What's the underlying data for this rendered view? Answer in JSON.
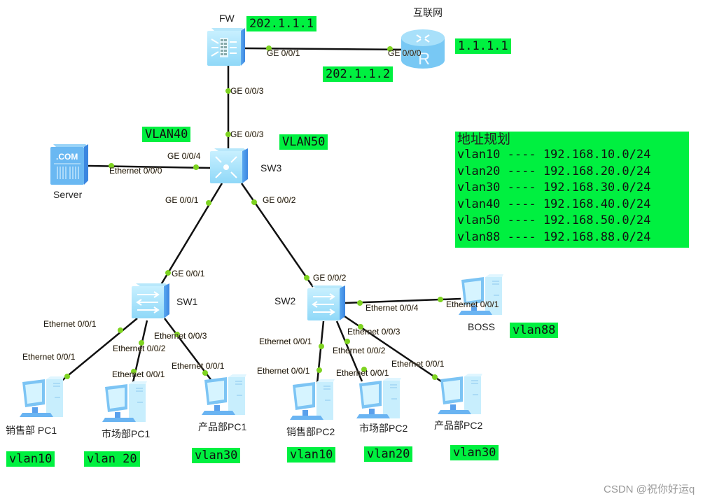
{
  "devices": {
    "fw": {
      "name": "FW",
      "icon": "firewall-icon"
    },
    "internet": {
      "name": "互联网",
      "icon": "router-icon"
    },
    "sw3": {
      "name": "SW3",
      "icon": "core-switch-icon"
    },
    "server": {
      "name": "Server",
      "icon": "server-icon"
    },
    "sw1": {
      "name": "SW1",
      "icon": "switch-icon"
    },
    "sw2": {
      "name": "SW2",
      "icon": "switch-icon"
    },
    "boss": {
      "name": "BOSS",
      "icon": "pc-icon"
    },
    "sales_pc1": {
      "name": "销售部 PC1",
      "icon": "pc-icon"
    },
    "market_pc1": {
      "name": "市场部PC1",
      "icon": "pc-icon"
    },
    "product_pc1": {
      "name": "产品部PC1",
      "icon": "pc-icon"
    },
    "sales_pc2": {
      "name": "销售部PC2",
      "icon": "pc-icon"
    },
    "market_pc2": {
      "name": "市场部PC2",
      "icon": "pc-icon"
    },
    "product_pc2": {
      "name": "产品部PC2",
      "icon": "pc-icon"
    }
  },
  "ports": {
    "fw_ge001": "GE 0/0/1",
    "r_ge000": "GE 0/0/0",
    "fw_ge003": "GE 0/0/3",
    "sw3_ge003": "GE 0/0/3",
    "sw3_ge004": "GE 0/0/4",
    "server_eth000": "Ethernet 0/0/0",
    "sw3_ge001": "GE 0/0/1",
    "sw3_ge002": "GE 0/0/2",
    "sw1_ge001": "GE 0/0/1",
    "sw2_ge002": "GE 0/0/2",
    "sw1_eth001": "Ethernet 0/0/1",
    "sw1_eth002": "Ethernet 0/0/2",
    "sw1_eth003": "Ethernet 0/0/3",
    "pc1s_eth001": "Ethernet 0/0/1",
    "pc1m_eth001": "Ethernet 0/0/1",
    "pc1p_eth001": "Ethernet 0/0/1",
    "sw2_eth001": "Ethernet 0/0/1",
    "sw2_eth002": "Ethernet 0/0/2",
    "sw2_eth003": "Ethernet 0/0/3",
    "sw2_eth004": "Ethernet 0/0/4",
    "pc2s_eth001": "Ethernet 0/0/1",
    "pc2m_eth001": "Ethernet 0/0/1",
    "pc2p_eth001": "Ethernet 0/0/1",
    "boss_eth001": "Ethernet 0/0/1"
  },
  "tags": {
    "fw_ip": "202.1.1.1",
    "link_ip": "202.1.1.2",
    "internet_ip": "1.1.1.1",
    "vlan40": "VLAN40",
    "vlan50": "VLAN50",
    "boss_vlan": "vlan88",
    "sales_pc1_vlan": "vlan10",
    "market_pc1_vlan": "vlan 20",
    "product_pc1_vlan": "vlan30",
    "sales_pc2_vlan": "vlan10",
    "market_pc2_vlan": "vlan20",
    "product_pc2_vlan": "vlan30"
  },
  "address_plan": {
    "title": "地址规划",
    "rows": [
      "vlan10 ---- 192.168.10.0/24",
      "vlan20 ---- 192.168.20.0/24",
      "vlan30 ---- 192.168.30.0/24",
      "vlan40 ---- 192.168.40.0/24",
      "vlan50 ---- 192.168.50.0/24",
      "vlan88 ---- 192.168.88.0/24"
    ]
  },
  "watermark": "CSDN @祝你好运q",
  "colors": {
    "tag_bg": "#00f040",
    "link": "#111111",
    "port_dot": "#7ed321",
    "device": "#8fd8f8"
  }
}
